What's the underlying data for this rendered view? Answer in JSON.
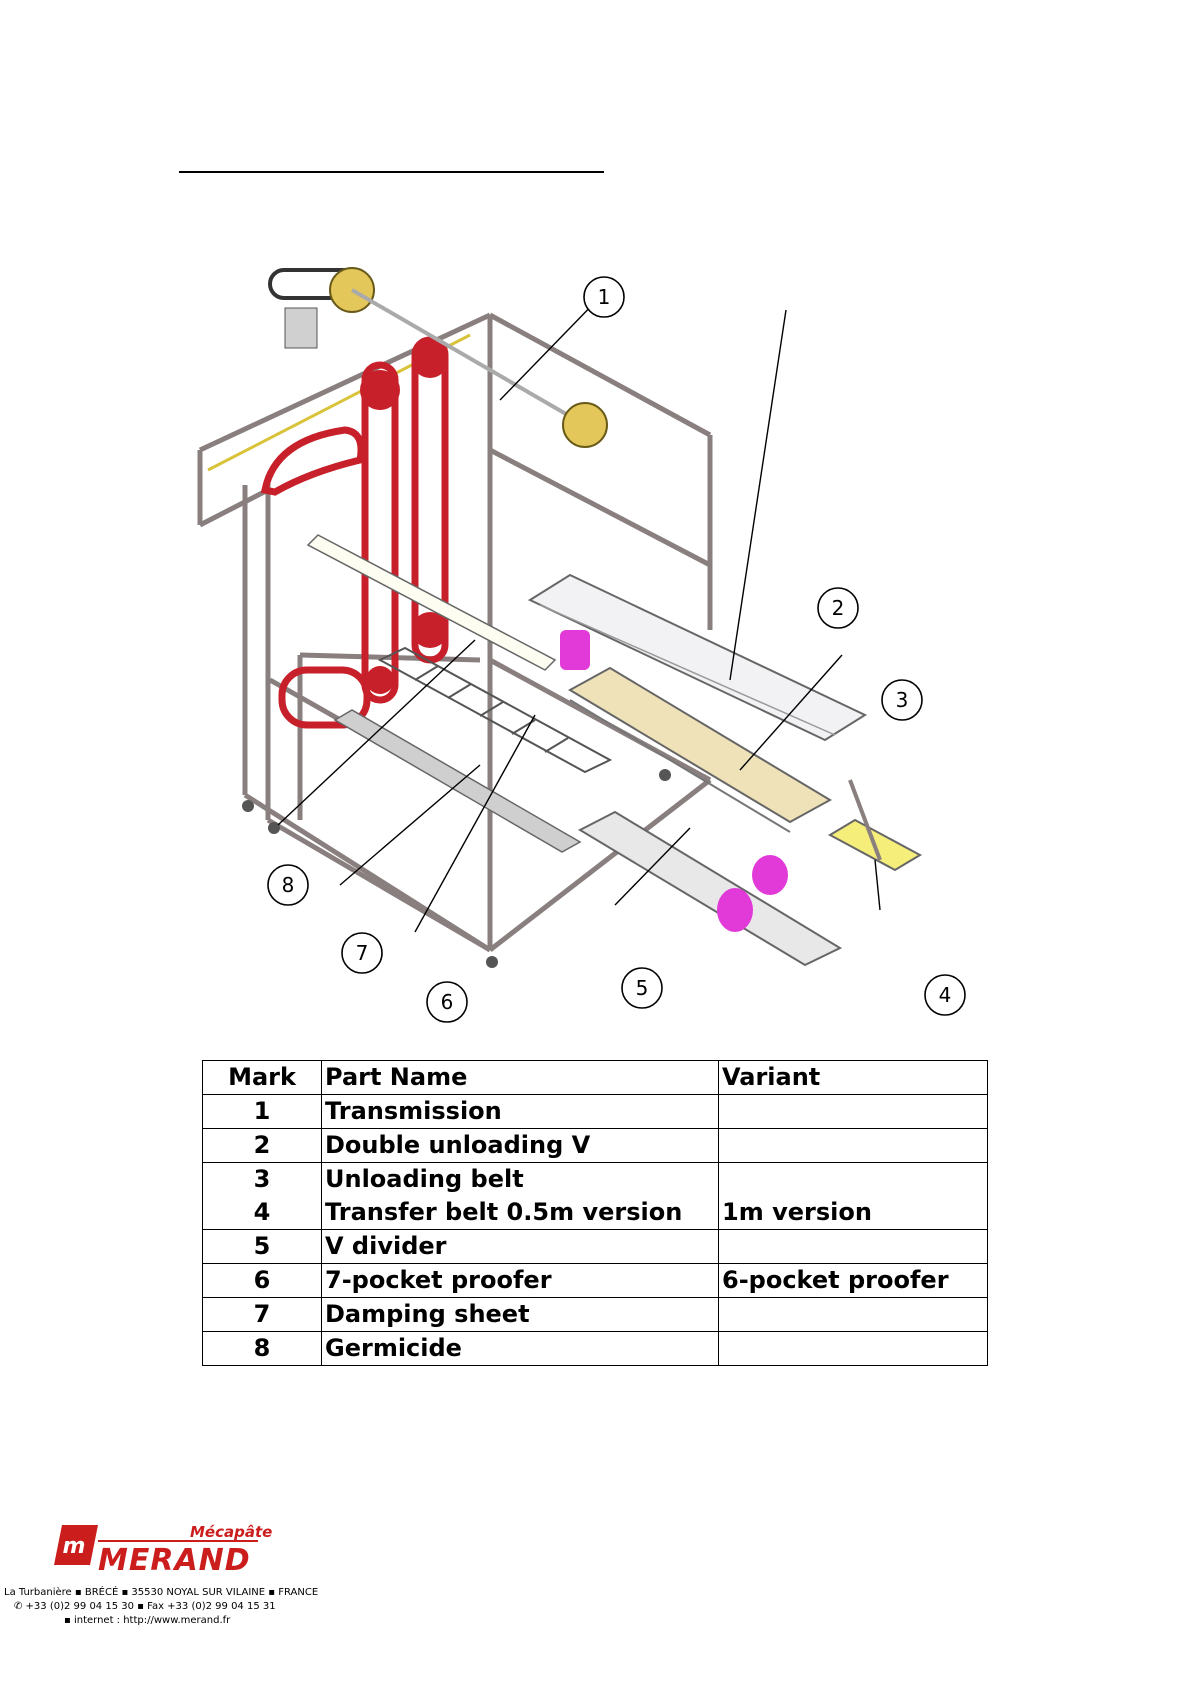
{
  "diagram": {
    "callouts": [
      "1",
      "2",
      "3",
      "4",
      "5",
      "6",
      "7",
      "8"
    ]
  },
  "table": {
    "headers": {
      "mark": "Mark",
      "name": "Part Name",
      "variant": "Variant"
    },
    "rows": [
      {
        "mark": "1",
        "name": "Transmission",
        "variant": ""
      },
      {
        "mark": "2",
        "name": "Double unloading V",
        "variant": ""
      },
      {
        "mark": "3",
        "name": "Unloading belt",
        "variant": ""
      },
      {
        "mark": "4",
        "name": "Transfer belt 0.5m version",
        "variant": "1m version"
      },
      {
        "mark": "5",
        "name": "V divider",
        "variant": ""
      },
      {
        "mark": "6",
        "name": "7-pocket proofer",
        "variant": "6-pocket proofer"
      },
      {
        "mark": "7",
        "name": "Damping sheet",
        "variant": ""
      },
      {
        "mark": "8",
        "name": "Germicide",
        "variant": ""
      }
    ]
  },
  "footer": {
    "brand_sub": "Mécapâte",
    "brand": "MERAND",
    "address_line": "La Turbanière ▪ BRÉCÉ ▪ 35530 NOYAL SUR VILAINE ▪ FRANCE",
    "phone_line": "✆ +33 (0)2 99 04 15 30 ▪ Fax +33 (0)2 99 04 15 31",
    "web_line": "▪ internet : http://www.merand.fr"
  },
  "colors": {
    "frame": "#8a7f7f",
    "chain": "#c8202a",
    "belt": "#efe2b8",
    "yellow_belt": "#f5ee7a",
    "magenta": "#e23ad8",
    "gear": "#e3c75a",
    "brand_red": "#cc1d1d"
  }
}
